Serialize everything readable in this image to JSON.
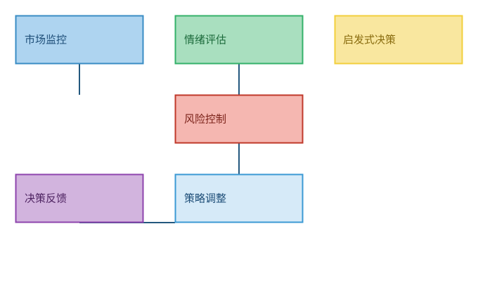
{
  "nodes": [
    {
      "id": "market",
      "label": "市场监控",
      "fill": "#aed4f0",
      "stroke": "#3a8cc4",
      "text_color": "#1e4e78"
    },
    {
      "id": "sentiment",
      "label": "情绪评估",
      "fill": "#a9dfbf",
      "stroke": "#34b26a",
      "text_color": "#1d6b3c"
    },
    {
      "id": "heuristic",
      "label": "启发式决策",
      "fill": "#f9e79f",
      "stroke": "#f2cf3c",
      "text_color": "#8a6d10"
    },
    {
      "id": "risk",
      "label": "风险控制",
      "fill": "#f5b7b1",
      "stroke": "#c0392b",
      "text_color": "#7b2219"
    },
    {
      "id": "feedback",
      "label": "决策反馈",
      "fill": "#d2b4de",
      "stroke": "#8e44ad",
      "text_color": "#4f2462"
    },
    {
      "id": "strategy",
      "label": "策略调整",
      "fill": "#d6eaf8",
      "stroke": "#3b99d4",
      "text_color": "#1e4e78"
    }
  ],
  "connector_color": "#23587e"
}
